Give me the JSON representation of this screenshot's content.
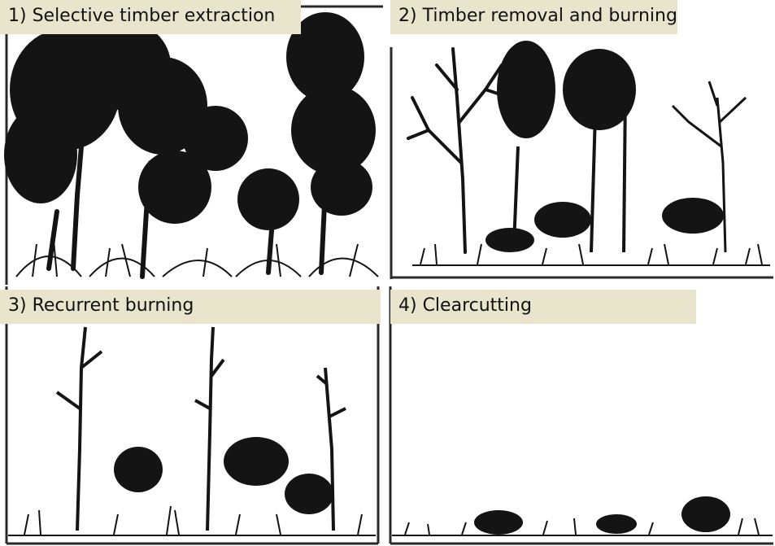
{
  "panels": [
    {
      "label": "1) Selective timber extraction",
      "scene": "dense"
    },
    {
      "label": "2) Timber removal and burning",
      "scene": "partial"
    },
    {
      "label": "3) Recurrent burning",
      "scene": "sparse"
    },
    {
      "label": "4) Clearcutting",
      "scene": "cleared"
    }
  ],
  "colors": {
    "label_bg": "#e8e5cc",
    "ink": "#141414",
    "frame": "#2a2a2a"
  }
}
